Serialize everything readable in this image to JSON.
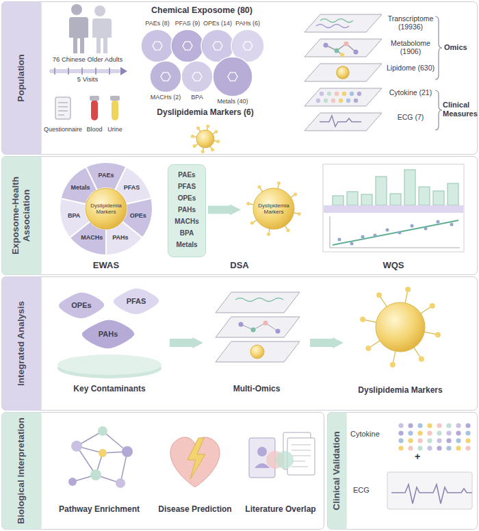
{
  "diagram": {
    "nodes": [
      {
        "text": [
          "Population"
        ]
      },
      {
        "text": [
          "PAEs (8)"
        ],
        "in": 0
      },
      {
        "text": [
          "PFAS (9)"
        ],
        "in": 0
      },
      {
        "text": [
          "OPEs (14)"
        ],
        "in": 0
      },
      {
        "text": [
          "PAHs (6)"
        ],
        "in": 0
      },
      {
        "text": [
          "MACHs (2)"
        ],
        "in": 0
      },
      {
        "text": [
          "BPA"
        ],
        "in": 0
      },
      {
        "text": [
          "Metals (40)"
        ],
        "in": 0
      },
      {
        "text": [
          "Dyslipidemia Markers (6)"
        ],
        "in": 0
      },
      {
        "text": [
          "Exposome-Health Association"
        ]
      },
      {
        "text": [
          "Dyslipidemia Markers"
        ],
        "in": 9
      },
      {
        "text": [
          "PAEs",
          "PFAS",
          "OPEs",
          "PAHs",
          "MACHs",
          "BPA",
          "Metals"
        ],
        "in": 9
      },
      {
        "text": [
          "Dyslipidemia Markers"
        ],
        "in": 9
      },
      {
        "text": [
          "Integrated Analysis"
        ]
      },
      {
        "text": [
          "Key Contaminants"
        ],
        "in": 13
      },
      {
        "text": [
          "OPEs"
        ],
        "in": 14
      },
      {
        "text": [
          "PFAS"
        ],
        "in": 14
      },
      {
        "text": [
          "PAHs"
        ],
        "in": 14
      },
      {
        "text": [
          "Multi-Omics"
        ],
        "in": 13
      },
      {
        "text": [
          "Dyslipidemia Markers"
        ],
        "in": 13
      },
      {
        "text": [
          "Biological Interpretation"
        ]
      },
      {
        "text": [
          "Clinical Validation"
        ]
      }
    ],
    "edges": [
      {
        "from": 11,
        "to": 12,
        "arrow": "to"
      },
      {
        "from": 14,
        "to": 18,
        "arrow": "to"
      },
      {
        "from": 18,
        "to": 19,
        "arrow": "to"
      }
    ],
    "labels": [
      "76 Chinese Older Adults",
      "5 Visits",
      "Questionnaire",
      "Blood",
      "Urine",
      "Chemical Exposome (80)",
      "Transcriptome (19936)",
      "Metabolome (1906)",
      "Lipidome (630)",
      "Cytokine (21)",
      "ECG (7)",
      "Omics",
      "Clinical Measures",
      "PAEs",
      "PFAS",
      "OPEs",
      "PAHs",
      "MACHs",
      "BPA",
      "Metals",
      "EWAS",
      "DSA",
      "WQS",
      "Pathway Enrichment",
      "Disease Prediction",
      "Literature Overlap",
      "Cytokine",
      "+",
      "ECG"
    ]
  }
}
